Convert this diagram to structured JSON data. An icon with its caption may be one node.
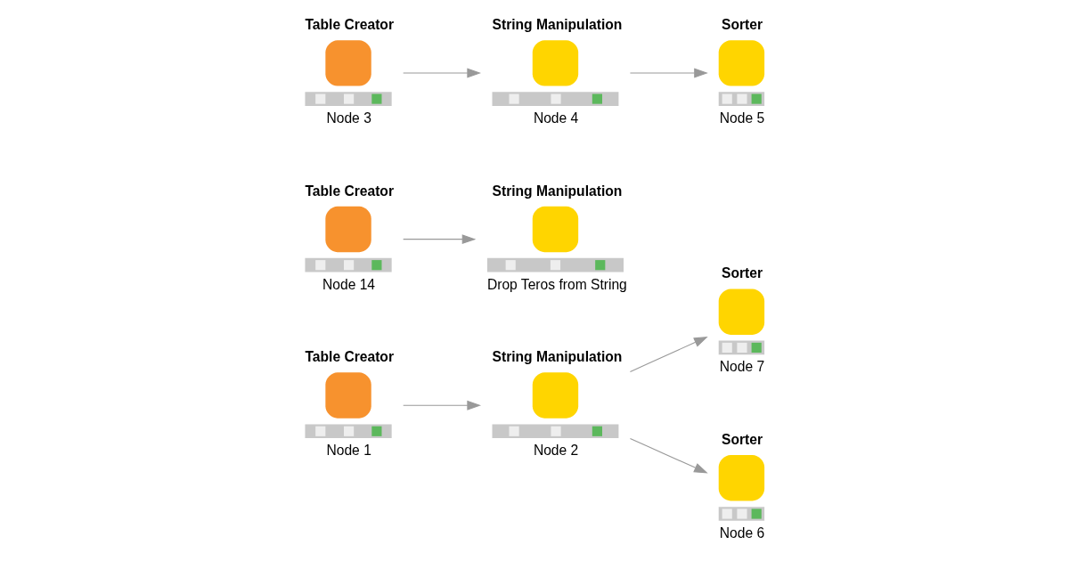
{
  "diagram": {
    "nodes": [
      {
        "text": [
          "Sorter"
        ],
        "beside": [
          "Node 7"
        ]
      },
      {
        "text": [
          "Table Creator"
        ],
        "beside": [
          "Node 1"
        ]
      },
      {
        "text": [
          "String Manipulation"
        ],
        "beside": [
          "Node 2"
        ]
      },
      {
        "text": [
          "Sorter"
        ],
        "beside": [
          "Node 6"
        ]
      },
      {
        "text": [
          "Table Creator"
        ],
        "beside": [
          "Node 14"
        ]
      },
      {
        "text": [
          "String Manipulation"
        ],
        "beside": [
          "Drop Teros from String"
        ]
      },
      {
        "text": [
          "Table Creator"
        ],
        "beside": [
          "Node 3"
        ]
      },
      {
        "text": [
          "String Manipulation"
        ],
        "beside": [
          "Node 4"
        ]
      },
      {
        "text": [
          "Sorter"
        ],
        "beside": [
          "Node 5"
        ]
      }
    ],
    "edges": [
      {
        "from": 1,
        "to": 2,
        "arrow": "to"
      },
      {
        "from": 2,
        "to": 0,
        "arrow": "to"
      },
      {
        "from": 2,
        "to": 3,
        "arrow": "to"
      },
      {
        "from": 4,
        "to": 5,
        "arrow": "to"
      },
      {
        "from": 6,
        "to": 7,
        "arrow": "to"
      },
      {
        "from": 7,
        "to": 8,
        "arrow": "to"
      }
    ]
  }
}
